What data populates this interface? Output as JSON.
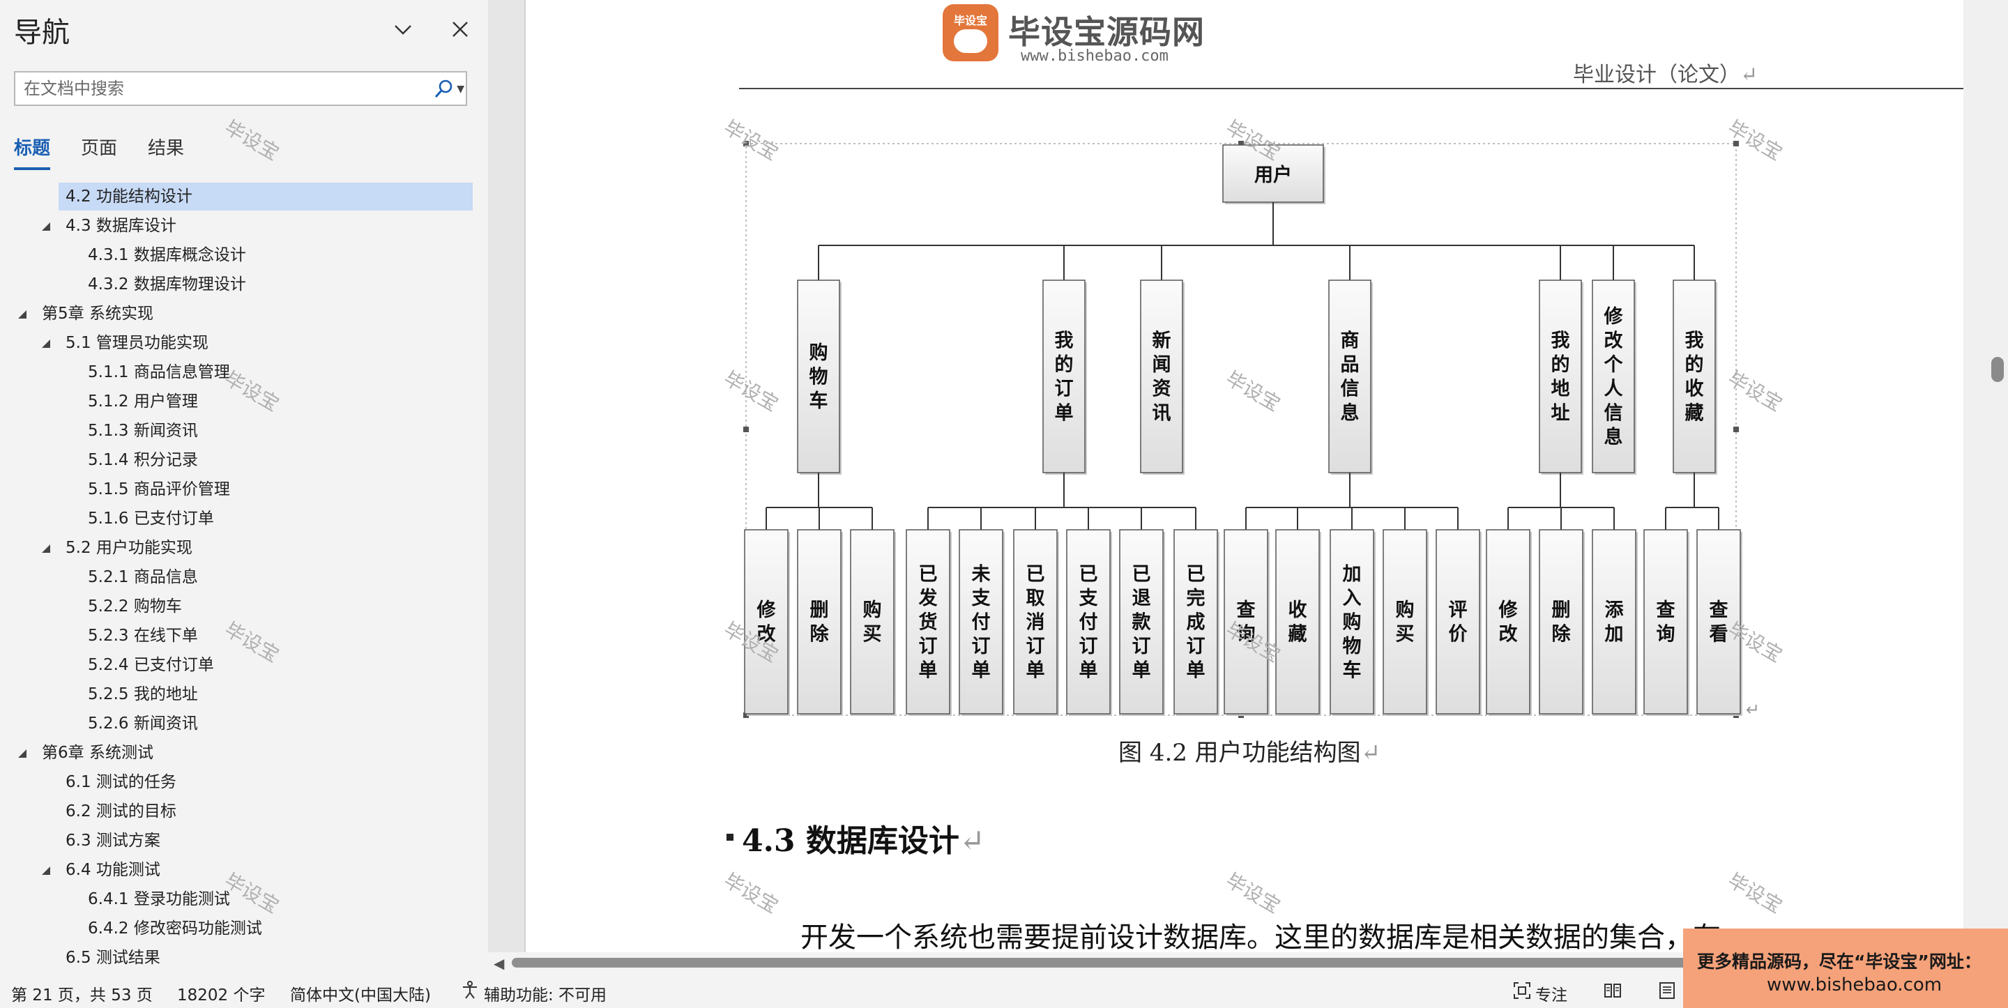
{
  "nav": {
    "title": "导航",
    "search_placeholder": "在文档中搜索",
    "tabs": [
      "标题",
      "页面",
      "结果"
    ],
    "headings": [
      {
        "label": "4.2 功能结构设计",
        "level": 2,
        "selected": true,
        "expander": "none"
      },
      {
        "label": "4.3 数据库设计",
        "level": 2,
        "selected": false,
        "expander": "expanded"
      },
      {
        "label": "4.3.1 数据库概念设计",
        "level": 3,
        "selected": false,
        "expander": "none"
      },
      {
        "label": "4.3.2 数据库物理设计",
        "level": 3,
        "selected": false,
        "expander": "none"
      },
      {
        "label": "第5章 系统实现",
        "level": 1,
        "selected": false,
        "expander": "expanded"
      },
      {
        "label": "5.1 管理员功能实现",
        "level": 2,
        "selected": false,
        "expander": "expanded"
      },
      {
        "label": "5.1.1 商品信息管理",
        "level": 3,
        "selected": false,
        "expander": "none"
      },
      {
        "label": "5.1.2 用户管理",
        "level": 3,
        "selected": false,
        "expander": "none"
      },
      {
        "label": "5.1.3 新闻资讯",
        "level": 3,
        "selected": false,
        "expander": "none"
      },
      {
        "label": "5.1.4 积分记录",
        "level": 3,
        "selected": false,
        "expander": "none"
      },
      {
        "label": "5.1.5 商品评价管理",
        "level": 3,
        "selected": false,
        "expander": "none"
      },
      {
        "label": "5.1.6 已支付订单",
        "level": 3,
        "selected": false,
        "expander": "none"
      },
      {
        "label": "5.2 用户功能实现",
        "level": 2,
        "selected": false,
        "expander": "expanded"
      },
      {
        "label": "5.2.1 商品信息",
        "level": 3,
        "selected": false,
        "expander": "none"
      },
      {
        "label": "5.2.2 购物车",
        "level": 3,
        "selected": false,
        "expander": "none"
      },
      {
        "label": "5.2.3 在线下单",
        "level": 3,
        "selected": false,
        "expander": "none"
      },
      {
        "label": "5.2.4 已支付订单",
        "level": 3,
        "selected": false,
        "expander": "none"
      },
      {
        "label": "5.2.5 我的地址",
        "level": 3,
        "selected": false,
        "expander": "none"
      },
      {
        "label": "5.2.6 新闻资讯",
        "level": 3,
        "selected": false,
        "expander": "none"
      },
      {
        "label": "第6章 系统测试",
        "level": 1,
        "selected": false,
        "expander": "expanded"
      },
      {
        "label": "6.1  测试的任务",
        "level": 2,
        "selected": false,
        "expander": "none"
      },
      {
        "label": "6.2  测试的目标",
        "level": 2,
        "selected": false,
        "expander": "none"
      },
      {
        "label": "6.3  测试方案",
        "level": 2,
        "selected": false,
        "expander": "none"
      },
      {
        "label": "6.4  功能测试",
        "level": 2,
        "selected": false,
        "expander": "expanded"
      },
      {
        "label": "6.4.1 登录功能测试",
        "level": 3,
        "selected": false,
        "expander": "none"
      },
      {
        "label": "6.4.2 修改密码功能测试",
        "level": 3,
        "selected": false,
        "expander": "none"
      },
      {
        "label": "6.5 测试结果",
        "level": 2,
        "selected": false,
        "expander": "none"
      }
    ]
  },
  "logo": {
    "badge": "毕设宝",
    "name": "毕设宝源码网",
    "url": "www.bishebao.com"
  },
  "watermark": "毕设宝",
  "document": {
    "header": "毕业设计（论文）",
    "figure_caption": "图 4.2  用户功能结构图",
    "section_heading": "4.3  数据库设计",
    "body_line": "开发一个系统也需要提前设计数据库。这里的数据库是相关数据的集合，存",
    "paragraph_mark": "↵"
  },
  "diagram": {
    "root": "用户",
    "modules": [
      {
        "label": "购物车",
        "children": [
          "修改",
          "删除",
          "购买"
        ]
      },
      {
        "label": "我的订单",
        "children": [
          "已发货订单",
          "未支付订单",
          "已取消订单",
          "已支付订单",
          "已退款订单",
          "已完成订单"
        ]
      },
      {
        "label": "新闻资讯",
        "children": []
      },
      {
        "label": "商品信息",
        "children": [
          "查询",
          "收藏",
          "加入购物车",
          "购买",
          "评价"
        ]
      },
      {
        "label": "我的地址",
        "children": [
          "修改",
          "删除",
          "添加"
        ]
      },
      {
        "label": "修改个人信息",
        "children": []
      },
      {
        "label": "我的收藏",
        "children": [
          "查询",
          "查看"
        ]
      }
    ]
  },
  "status": {
    "page": "第 21 页，共 53 页",
    "words": "18202 个字",
    "language": "简体中文(中国大陆)",
    "accessibility": "辅助功能: 不可用",
    "focus": "专注"
  },
  "promo": {
    "line1": "更多精品源码，尽在“毕设宝”网址：",
    "line2": "www.bishebao.com"
  }
}
